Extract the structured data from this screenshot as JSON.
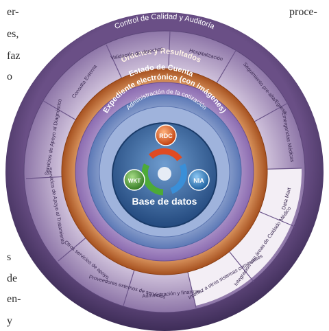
{
  "background_text": {
    "left_lines": [
      "er-",
      "es,",
      "faz",
      "o",
      "s",
      "de",
      "en-",
      "y"
    ],
    "right_word": "proce-"
  },
  "diagram": {
    "top_arc_title": "Control de Calidad y Auditoría",
    "outer_ring_segments": [
      "Consulta Externa",
      "Validación de derechos",
      "Hospitalización",
      "Seguimiento pre-alta/Egreso",
      "Emergencias Médicas",
      "Data Mart",
      "Integración con áreas de Cuidado Médico",
      "Interfaz a otros sistemas comerciales",
      "Administración y finanzas",
      "Proveedores externos de servicios",
      "Otros servicios de apoyo",
      "Servicios de Apoyo al Tratamiento",
      "Servicios de Apoyo al Diagnóstico"
    ],
    "rings": [
      "Órdenes y Resultados",
      "Estado de Cuenta",
      "Expediente electrónico (con imágenes)",
      "Administración de la cotización"
    ],
    "center": {
      "badges": [
        "RDC",
        "NIA",
        "WKT"
      ],
      "label": "Base de datos"
    },
    "colors": {
      "outer_ring": "#a793b9",
      "orange_ring": "#c86e3a",
      "center_bg": "#2d5a92",
      "badge_rdc": "#d8531c",
      "badge_nia": "#2e7fc5",
      "badge_wkt": "#4e9a38"
    }
  }
}
